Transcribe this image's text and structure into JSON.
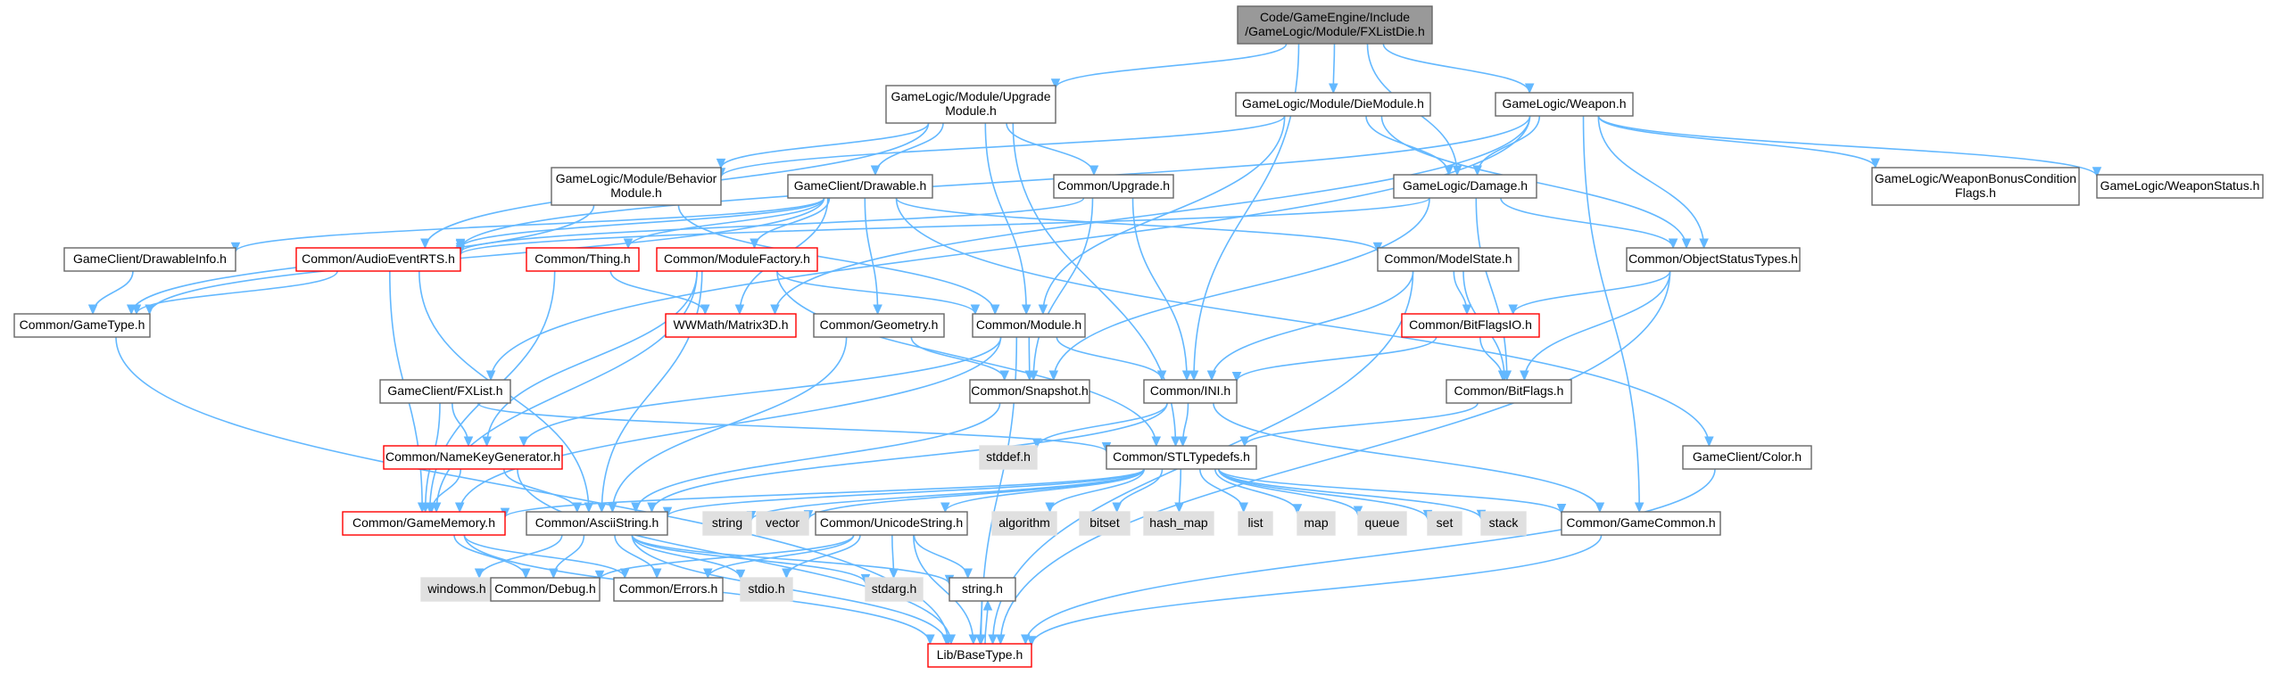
{
  "colors": {
    "edge": "#63b8ff",
    "root_fill": "#999999",
    "root_border": "#666666",
    "normal_border": "#666666",
    "highlight_border": "#ff0000",
    "external_fill": "#e0e0e0",
    "external_border": "#e0e0e0",
    "normal_fill": "#ffffff"
  },
  "nodes": [
    {
      "id": "root",
      "lines": [
        "Code/GameEngine/Include",
        "/GameLogic/Module/FXListDie.h"
      ],
      "kind": "root"
    },
    {
      "id": "upgrade_module",
      "lines": [
        "GameLogic/Module/Upgrade",
        "Module.h"
      ],
      "kind": "normal"
    },
    {
      "id": "die_module",
      "lines": [
        "GameLogic/Module/DieModule.h"
      ],
      "kind": "normal"
    },
    {
      "id": "weapon",
      "lines": [
        "GameLogic/Weapon.h"
      ],
      "kind": "normal"
    },
    {
      "id": "behavior_module",
      "lines": [
        "GameLogic/Module/Behavior",
        "Module.h"
      ],
      "kind": "normal"
    },
    {
      "id": "drawable",
      "lines": [
        "GameClient/Drawable.h"
      ],
      "kind": "normal"
    },
    {
      "id": "upgrade",
      "lines": [
        "Common/Upgrade.h"
      ],
      "kind": "normal"
    },
    {
      "id": "damage",
      "lines": [
        "GameLogic/Damage.h"
      ],
      "kind": "normal"
    },
    {
      "id": "weapon_bonus",
      "lines": [
        "GameLogic/WeaponBonusCondition",
        "Flags.h"
      ],
      "kind": "normal"
    },
    {
      "id": "weapon_status",
      "lines": [
        "GameLogic/WeaponStatus.h"
      ],
      "kind": "normal"
    },
    {
      "id": "drawable_info",
      "lines": [
        "GameClient/DrawableInfo.h"
      ],
      "kind": "normal"
    },
    {
      "id": "audio_event",
      "lines": [
        "Common/AudioEventRTS.h"
      ],
      "kind": "highlight"
    },
    {
      "id": "thing",
      "lines": [
        "Common/Thing.h"
      ],
      "kind": "highlight"
    },
    {
      "id": "module_factory",
      "lines": [
        "Common/ModuleFactory.h"
      ],
      "kind": "highlight"
    },
    {
      "id": "model_state",
      "lines": [
        "Common/ModelState.h"
      ],
      "kind": "normal"
    },
    {
      "id": "object_status",
      "lines": [
        "Common/ObjectStatusTypes.h"
      ],
      "kind": "normal"
    },
    {
      "id": "game_type",
      "lines": [
        "Common/GameType.h"
      ],
      "kind": "normal"
    },
    {
      "id": "matrix3d",
      "lines": [
        "WWMath/Matrix3D.h"
      ],
      "kind": "highlight"
    },
    {
      "id": "geometry",
      "lines": [
        "Common/Geometry.h"
      ],
      "kind": "normal"
    },
    {
      "id": "module",
      "lines": [
        "Common/Module.h"
      ],
      "kind": "normal"
    },
    {
      "id": "bitflags_io",
      "lines": [
        "Common/BitFlagsIO.h"
      ],
      "kind": "highlight"
    },
    {
      "id": "fxlist",
      "lines": [
        "GameClient/FXList.h"
      ],
      "kind": "normal"
    },
    {
      "id": "snapshot",
      "lines": [
        "Common/Snapshot.h"
      ],
      "kind": "normal"
    },
    {
      "id": "ini",
      "lines": [
        "Common/INI.h"
      ],
      "kind": "normal"
    },
    {
      "id": "bitflags",
      "lines": [
        "Common/BitFlags.h"
      ],
      "kind": "normal"
    },
    {
      "id": "stddef",
      "lines": [
        "stddef.h"
      ],
      "kind": "external"
    },
    {
      "id": "stl_typedefs",
      "lines": [
        "Common/STLTypedefs.h"
      ],
      "kind": "normal"
    },
    {
      "id": "namekey",
      "lines": [
        "Common/NameKeyGenerator.h"
      ],
      "kind": "highlight"
    },
    {
      "id": "color",
      "lines": [
        "GameClient/Color.h"
      ],
      "kind": "normal"
    },
    {
      "id": "game_memory",
      "lines": [
        "Common/GameMemory.h"
      ],
      "kind": "highlight"
    },
    {
      "id": "ascii_string",
      "lines": [
        "Common/AsciiString.h"
      ],
      "kind": "normal"
    },
    {
      "id": "string",
      "lines": [
        "string"
      ],
      "kind": "external"
    },
    {
      "id": "vector",
      "lines": [
        "vector"
      ],
      "kind": "external"
    },
    {
      "id": "unicode_string",
      "lines": [
        "Common/UnicodeString.h"
      ],
      "kind": "normal"
    },
    {
      "id": "algorithm",
      "lines": [
        "algorithm"
      ],
      "kind": "external"
    },
    {
      "id": "bitset",
      "lines": [
        "bitset"
      ],
      "kind": "external"
    },
    {
      "id": "hash_map",
      "lines": [
        "hash_map"
      ],
      "kind": "external"
    },
    {
      "id": "list",
      "lines": [
        "list"
      ],
      "kind": "external"
    },
    {
      "id": "map",
      "lines": [
        "map"
      ],
      "kind": "external"
    },
    {
      "id": "queue",
      "lines": [
        "queue"
      ],
      "kind": "external"
    },
    {
      "id": "set",
      "lines": [
        "set"
      ],
      "kind": "external"
    },
    {
      "id": "stack",
      "lines": [
        "stack"
      ],
      "kind": "external"
    },
    {
      "id": "game_common",
      "lines": [
        "Common/GameCommon.h"
      ],
      "kind": "normal"
    },
    {
      "id": "windows",
      "lines": [
        "windows.h"
      ],
      "kind": "external"
    },
    {
      "id": "debug",
      "lines": [
        "Common/Debug.h"
      ],
      "kind": "normal"
    },
    {
      "id": "errors",
      "lines": [
        "Common/Errors.h"
      ],
      "kind": "normal"
    },
    {
      "id": "stdio",
      "lines": [
        "stdio.h"
      ],
      "kind": "external"
    },
    {
      "id": "stdarg",
      "lines": [
        "stdarg.h"
      ],
      "kind": "external"
    },
    {
      "id": "string_h",
      "lines": [
        "string.h"
      ],
      "kind": "normal"
    },
    {
      "id": "base_type",
      "lines": [
        "Lib/BaseType.h"
      ],
      "kind": "highlight"
    }
  ],
  "edges": [
    [
      "root",
      "upgrade_module"
    ],
    [
      "root",
      "die_module"
    ],
    [
      "root",
      "weapon"
    ],
    [
      "root",
      "damage"
    ],
    [
      "root",
      "ini"
    ],
    [
      "upgrade_module",
      "behavior_module"
    ],
    [
      "upgrade_module",
      "drawable"
    ],
    [
      "upgrade_module",
      "upgrade"
    ],
    [
      "upgrade_module",
      "module"
    ],
    [
      "upgrade_module",
      "stl_typedefs"
    ],
    [
      "upgrade_module",
      "audio_event"
    ],
    [
      "die_module",
      "behavior_module"
    ],
    [
      "die_module",
      "damage"
    ],
    [
      "die_module",
      "object_status"
    ],
    [
      "die_module",
      "module"
    ],
    [
      "weapon",
      "damage"
    ],
    [
      "weapon",
      "audio_event"
    ],
    [
      "weapon",
      "matrix3d"
    ],
    [
      "weapon",
      "weapon_bonus"
    ],
    [
      "weapon",
      "weapon_status"
    ],
    [
      "weapon",
      "fxlist"
    ],
    [
      "weapon",
      "game_common"
    ],
    [
      "weapon",
      "object_status"
    ],
    [
      "behavior_module",
      "module"
    ],
    [
      "behavior_module",
      "game_type"
    ],
    [
      "drawable",
      "drawable_info"
    ],
    [
      "drawable",
      "audio_event"
    ],
    [
      "drawable",
      "thing"
    ],
    [
      "drawable",
      "module_factory"
    ],
    [
      "drawable",
      "matrix3d"
    ],
    [
      "drawable",
      "geometry"
    ],
    [
      "drawable",
      "model_state"
    ],
    [
      "drawable",
      "color"
    ],
    [
      "drawable",
      "game_type"
    ],
    [
      "upgrade",
      "snapshot"
    ],
    [
      "upgrade",
      "ini"
    ],
    [
      "upgrade",
      "audio_event"
    ],
    [
      "damage",
      "object_status"
    ],
    [
      "damage",
      "snapshot"
    ],
    [
      "damage",
      "bitflags"
    ],
    [
      "damage",
      "audio_event"
    ],
    [
      "drawable_info",
      "game_type"
    ],
    [
      "audio_event",
      "game_type"
    ],
    [
      "audio_event",
      "ascii_string"
    ],
    [
      "audio_event",
      "game_memory"
    ],
    [
      "thing",
      "matrix3d"
    ],
    [
      "thing",
      "game_memory"
    ],
    [
      "module_factory",
      "module"
    ],
    [
      "module_factory",
      "namekey"
    ],
    [
      "module_factory",
      "game_memory"
    ],
    [
      "module_factory",
      "stl_typedefs"
    ],
    [
      "module_factory",
      "ascii_string"
    ],
    [
      "model_state",
      "bitflags_io"
    ],
    [
      "model_state",
      "bitflags"
    ],
    [
      "model_state",
      "ini"
    ],
    [
      "model_state",
      "base_type"
    ],
    [
      "object_status",
      "bitflags_io"
    ],
    [
      "object_status",
      "bitflags"
    ],
    [
      "object_status",
      "base_type"
    ],
    [
      "game_type",
      "base_type"
    ],
    [
      "geometry",
      "snapshot"
    ],
    [
      "geometry",
      "ascii_string"
    ],
    [
      "module",
      "snapshot"
    ],
    [
      "module",
      "ini"
    ],
    [
      "module",
      "namekey"
    ],
    [
      "module",
      "game_memory"
    ],
    [
      "module",
      "base_type"
    ],
    [
      "bitflags_io",
      "bitflags"
    ],
    [
      "bitflags_io",
      "ini"
    ],
    [
      "fxlist",
      "namekey"
    ],
    [
      "fxlist",
      "game_memory"
    ],
    [
      "fxlist",
      "stl_typedefs"
    ],
    [
      "snapshot",
      "ascii_string"
    ],
    [
      "ini",
      "stddef"
    ],
    [
      "ini",
      "stl_typedefs"
    ],
    [
      "ini",
      "game_common"
    ],
    [
      "ini",
      "ascii_string"
    ],
    [
      "bitflags",
      "stl_typedefs"
    ],
    [
      "stl_typedefs",
      "ascii_string"
    ],
    [
      "stl_typedefs",
      "string"
    ],
    [
      "stl_typedefs",
      "vector"
    ],
    [
      "stl_typedefs",
      "unicode_string"
    ],
    [
      "stl_typedefs",
      "algorithm"
    ],
    [
      "stl_typedefs",
      "bitset"
    ],
    [
      "stl_typedefs",
      "hash_map"
    ],
    [
      "stl_typedefs",
      "list"
    ],
    [
      "stl_typedefs",
      "map"
    ],
    [
      "stl_typedefs",
      "queue"
    ],
    [
      "stl_typedefs",
      "set"
    ],
    [
      "stl_typedefs",
      "stack"
    ],
    [
      "stl_typedefs",
      "game_common"
    ],
    [
      "stl_typedefs",
      "game_memory"
    ],
    [
      "namekey",
      "game_memory"
    ],
    [
      "namekey",
      "ascii_string"
    ],
    [
      "namekey",
      "base_type"
    ],
    [
      "color",
      "base_type"
    ],
    [
      "game_memory",
      "debug"
    ],
    [
      "game_memory",
      "errors"
    ],
    [
      "game_memory",
      "base_type"
    ],
    [
      "ascii_string",
      "windows"
    ],
    [
      "ascii_string",
      "debug"
    ],
    [
      "ascii_string",
      "errors"
    ],
    [
      "ascii_string",
      "stdio"
    ],
    [
      "ascii_string",
      "stdarg"
    ],
    [
      "ascii_string",
      "string_h"
    ],
    [
      "ascii_string",
      "base_type"
    ],
    [
      "unicode_string",
      "debug"
    ],
    [
      "unicode_string",
      "errors"
    ],
    [
      "unicode_string",
      "stdio"
    ],
    [
      "unicode_string",
      "stdarg"
    ],
    [
      "unicode_string",
      "string_h"
    ],
    [
      "unicode_string",
      "base_type"
    ],
    [
      "game_common",
      "base_type"
    ],
    [
      "string_h",
      "base_type"
    ],
    [
      "base_type",
      "string_h"
    ]
  ]
}
